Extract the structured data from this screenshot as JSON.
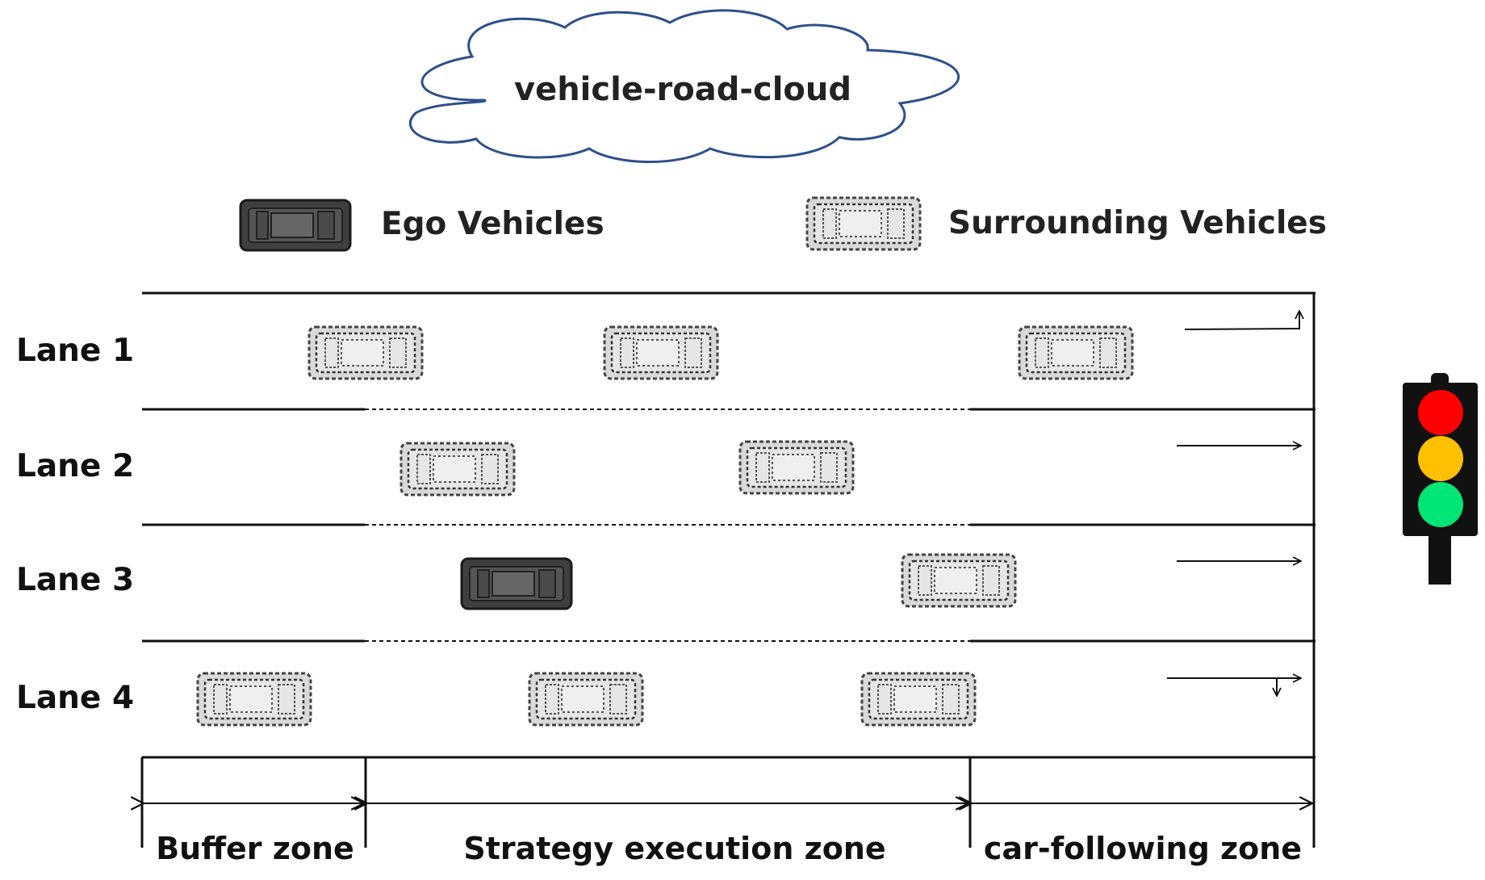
{
  "cloud": {
    "label": "vehicle-road-cloud"
  },
  "legend": {
    "ego_label": "Ego Vehicles",
    "surrounding_label": "Surrounding Vehicles"
  },
  "lanes": [
    {
      "label": "Lane 1",
      "direction": "straight-and-left-turn"
    },
    {
      "label": "Lane 2",
      "direction": "straight"
    },
    {
      "label": "Lane 3",
      "direction": "straight"
    },
    {
      "label": "Lane 4",
      "direction": "straight-and-right-turn"
    }
  ],
  "zones": [
    {
      "label": "Buffer zone"
    },
    {
      "label": "Strategy execution zone"
    },
    {
      "label": "car-following zone"
    }
  ],
  "traffic_light": {
    "colors": [
      "#ff0000",
      "#ffc000",
      "#00e676"
    ]
  },
  "colors": {
    "ego_vehicle": "#3a3a3a",
    "surrounding_vehicle": "#d6d6d6",
    "line": "#111111"
  }
}
